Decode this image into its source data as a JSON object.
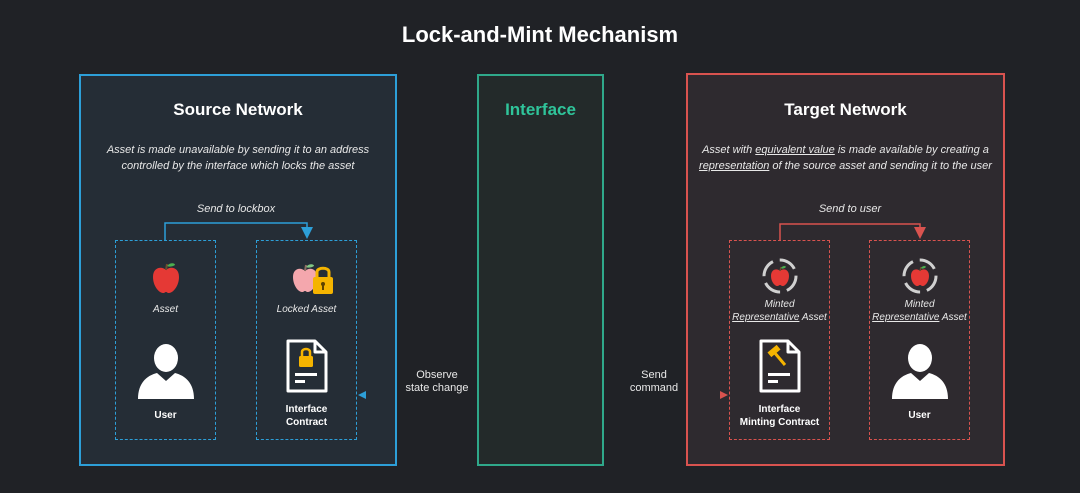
{
  "title": "Lock-and-Mint Mechanism",
  "source": {
    "title": "Source Network",
    "desc_line1": "Asset is made unavailable by sending it to an address",
    "desc_line2": "controlled by the interface which locks the asset",
    "send_label": "Send to lockbox",
    "asset_label": "Asset",
    "user_label": "User",
    "locked_label": "Locked Asset",
    "contract_line1": "Interface",
    "contract_line2": "Contract"
  },
  "interface": {
    "title": "Interface",
    "observe_line1": "Observe",
    "observe_line2": "state change",
    "send_line1": "Send",
    "send_line2": "command"
  },
  "target": {
    "title": "Target Network",
    "desc_pre": "Asset with ",
    "desc_u1": "equivalent value",
    "desc_mid": " is made available by creating a",
    "desc_u2": "representation",
    "desc_post": " of the source asset and sending it to the user",
    "send_label": "Send to user",
    "minted_line1": "Minted",
    "minted_u": "Representative",
    "minted_post": " Asset",
    "contract_line1": "Interface",
    "contract_line2": "Minting Contract",
    "user_label": "User"
  },
  "colors": {
    "source": "#2d9fd8",
    "interface": "#2fa88a",
    "target": "#d9534f",
    "apple": "#e53935",
    "lock": "#f5b400"
  }
}
